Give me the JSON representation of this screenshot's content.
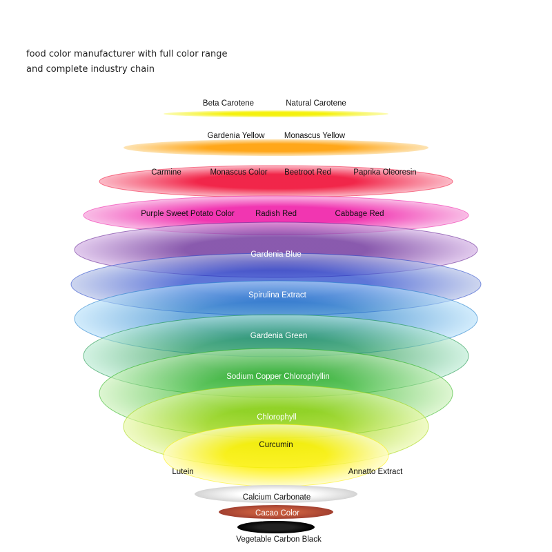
{
  "heading": {
    "line1": "food color manufacturer with full color range",
    "line2": "and complete industry chain"
  },
  "layers": [
    {
      "labels": [
        "Beta Carotene",
        "Natural   Carotene"
      ],
      "color_center": "#f4f000",
      "color_edge": "#fbfbb0"
    },
    {
      "labels": [
        "Gardenia Yellow",
        "Monascus Yellow"
      ],
      "color_center": "#ffa20e",
      "color_edge": "#fde2b0"
    },
    {
      "labels": [
        "Carmine",
        "Monascus Color",
        "Beetroot Red",
        "Paprika  Oleoresin"
      ],
      "color_center": "#f0143a",
      "color_edge": "#fbb4c2"
    },
    {
      "labels": [
        "Purple Sweet Potato Color",
        "Radish Red",
        "Cabbage Red"
      ],
      "color_center": "#ef1aa6",
      "color_edge": "#f8b4e2"
    },
    {
      "labels": [
        "Gardenia Blue"
      ],
      "color_center": "#5c1a8e",
      "color_edge": "#d6b6e6"
    },
    {
      "labels": [
        "Spirulina Extract"
      ],
      "color_center": "#1a3cc8",
      "color_edge": "#b8c4e8"
    },
    {
      "labels": [
        "Gardenia Green"
      ],
      "color_center": "#1678c8",
      "color_edge": "#b6e0fa"
    },
    {
      "labels": [
        "Sodium  Copper Chlorophyllin"
      ],
      "color_center": "#0a8c3a",
      "color_edge": "#b6ead0"
    },
    {
      "labels": [
        "Chlorophyll"
      ],
      "color_center": "#22b014",
      "color_edge": "#c8f0b4"
    },
    {
      "labels": [
        "Curcumin"
      ],
      "color_center": "#9ed400",
      "color_edge": "#e8f8a8"
    },
    {
      "labels": [
        "Lutein",
        "Annatto Extract"
      ],
      "color_center": "#fff000",
      "color_edge": "#fffcc4"
    },
    {
      "labels": [
        "Calcium  Carbonate"
      ],
      "color_center": "#ffffff",
      "color_edge": "#d4d4d4"
    },
    {
      "labels": [
        "Cacao Color"
      ],
      "color_center": "#c45a3c",
      "color_edge": "#a24030"
    },
    {
      "labels": [
        "Vegetable Carbon Black"
      ],
      "color_center": "#222222",
      "color_edge": "#000000"
    }
  ]
}
